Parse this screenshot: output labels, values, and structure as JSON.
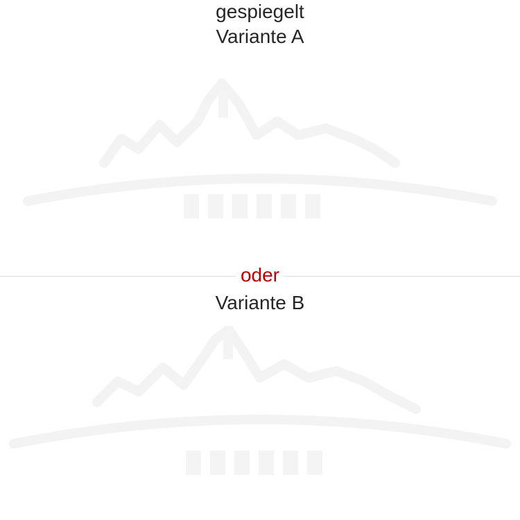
{
  "header": {
    "line1": "gespiegelt",
    "line2": "Variante A"
  },
  "separator": {
    "label": "oder",
    "color": "#c00000"
  },
  "variant_b": {
    "label": "Variante B"
  },
  "colors": {
    "text": "#262626",
    "divider": "#dedede",
    "ghost_artwork": "#f5f5f5"
  }
}
